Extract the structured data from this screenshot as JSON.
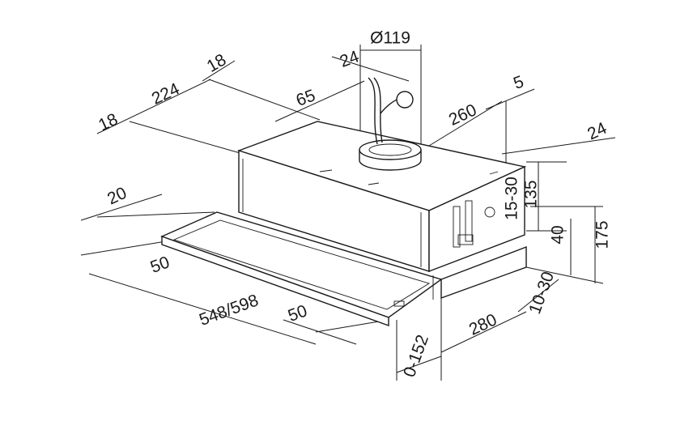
{
  "title": "Telescopic cooker hood dimension drawing",
  "dimensions": {
    "duct_diameter": "Ø119",
    "duct_offset": "24",
    "top_left_offset": "18",
    "depth_224": "224",
    "left_edge_18": "18",
    "depth_65": "65",
    "back_5": "5",
    "depth_260": "260",
    "right_24": "24",
    "height_135": "135",
    "height_15_30": "15-30",
    "height_40": "40",
    "height_175": "175",
    "left_20": "20",
    "left_50": "50",
    "width": "548/598",
    "front_50": "50",
    "depth_10_30": "10-30",
    "depth_280": "280",
    "extension_0_152": "0-152"
  }
}
